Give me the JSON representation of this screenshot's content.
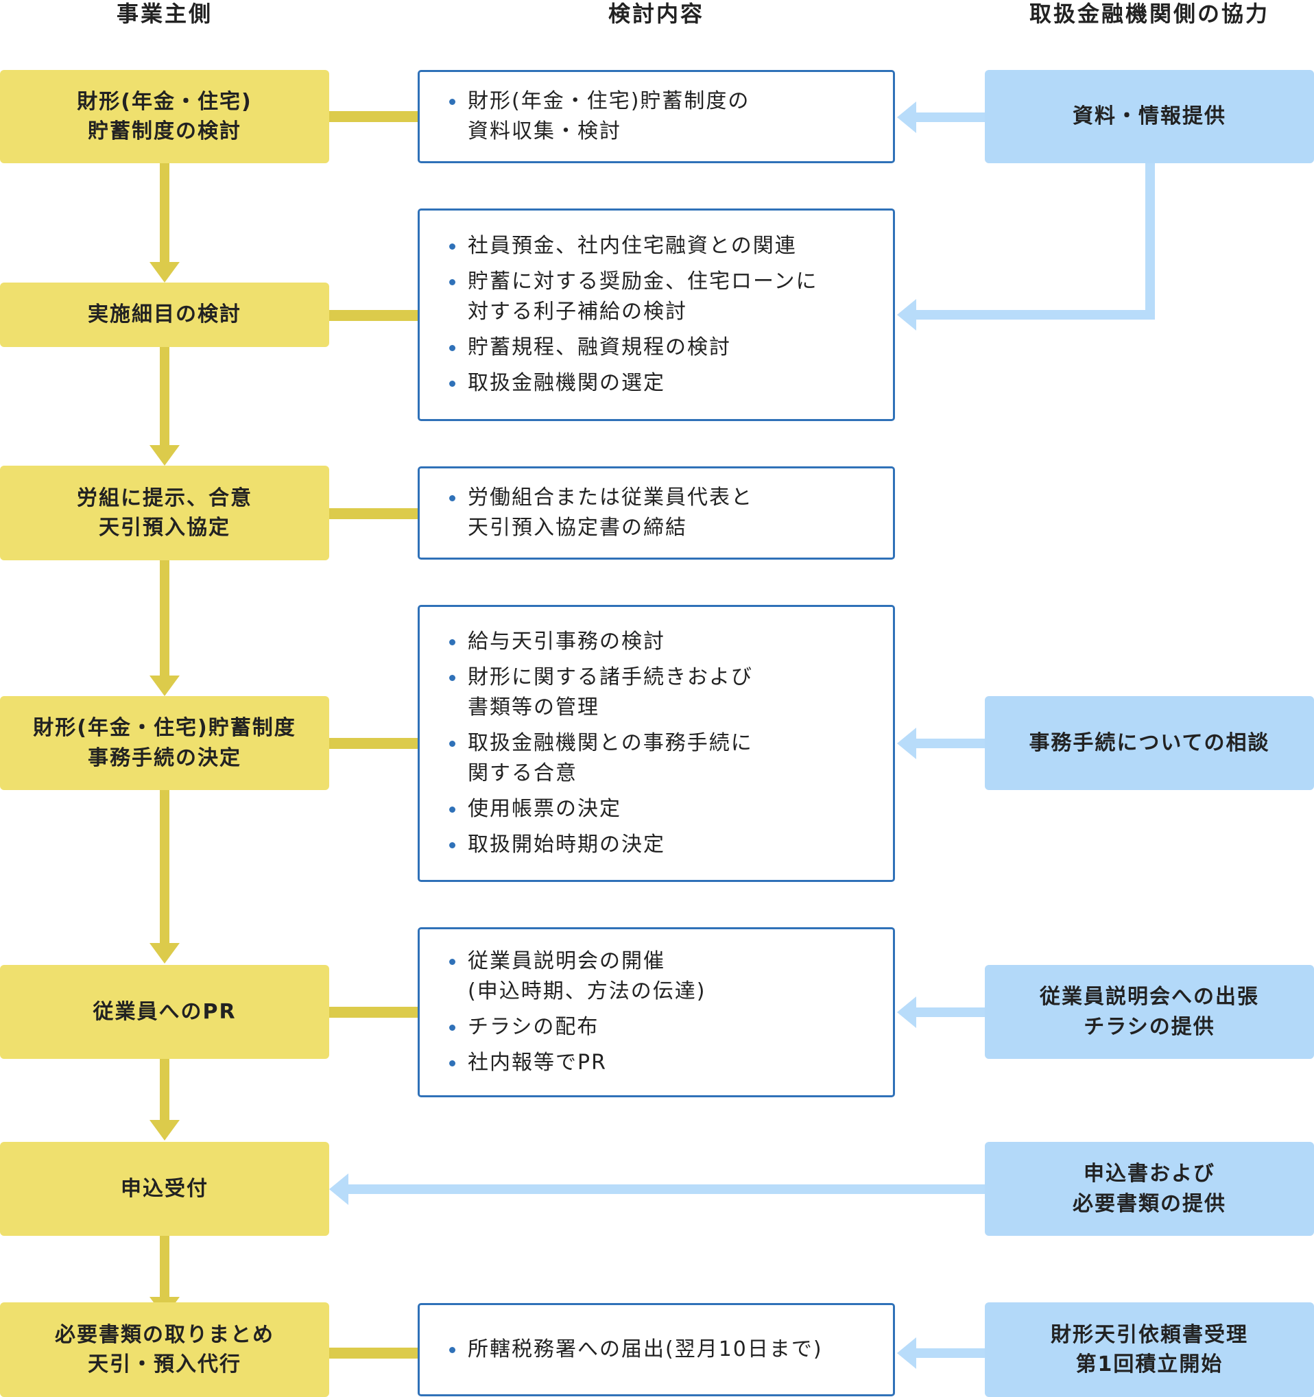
{
  "headers": {
    "left": "事業主側",
    "middle": "検討内容",
    "right": "取扱金融機関側の協力"
  },
  "colors": {
    "step_fill": "#efe06e",
    "step_arrow": "#dccb4b",
    "content_border": "#2f71b8",
    "bullet": "#2f71b8",
    "support_fill": "#b3d9f9",
    "support_arrow": "#b8dcfa"
  },
  "steps": [
    {
      "label": "財形(年金・住宅)\n貯蓄制度の検討"
    },
    {
      "label": "実施細目の検討"
    },
    {
      "label": "労組に提示、合意\n天引預入協定"
    },
    {
      "label": "財形(年金・住宅)貯蓄制度\n事務手続の決定"
    },
    {
      "label": "従業員へのPR"
    },
    {
      "label": "申込受付"
    },
    {
      "label": "必要書類の取りまとめ\n天引・預入代行"
    }
  ],
  "contents": [
    {
      "items": [
        "財形(年金・住宅)貯蓄制度の\n資料収集・検討"
      ]
    },
    {
      "items": [
        "社員預金、社内住宅融資との関連",
        "貯蓄に対する奨励金、住宅ローンに\n対する利子補給の検討",
        "貯蓄規程、融資規程の検討",
        "取扱金融機関の選定"
      ]
    },
    {
      "items": [
        "労働組合または従業員代表と\n天引預入協定書の締結"
      ]
    },
    {
      "items": [
        "給与天引事務の検討",
        "財形に関する諸手続きおよび\n書類等の管理",
        "取扱金融機関との事務手続に\n関する合意",
        "使用帳票の決定",
        "取扱開始時期の決定"
      ]
    },
    {
      "items": [
        "従業員説明会の開催\n(申込時期、方法の伝達)",
        "チラシの配布",
        "社内報等でPR"
      ]
    },
    {
      "items": [
        "所轄税務署への届出(翌月10日まで)"
      ]
    }
  ],
  "supports": [
    {
      "label": "資料・情報提供"
    },
    {
      "label": "事務手続についての相談"
    },
    {
      "label": "従業員説明会への出張\nチラシの提供"
    },
    {
      "label": "申込書および\n必要書類の提供"
    },
    {
      "label": "財形天引依頼書受理\n第1回積立開始"
    }
  ]
}
